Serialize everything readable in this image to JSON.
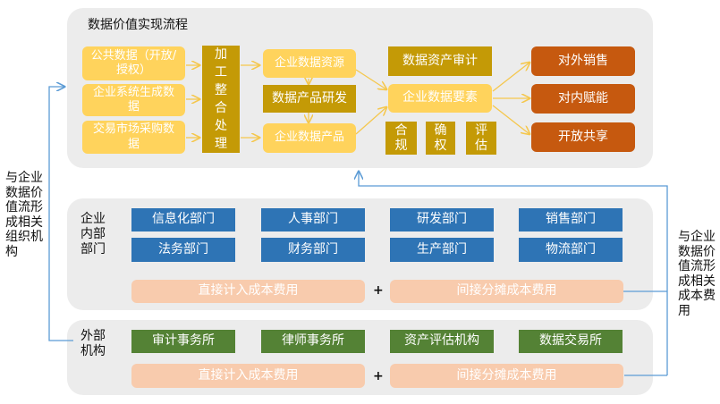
{
  "value_flow": {
    "title": "数据价值实现流程",
    "sources": [
      "公共数据（开放/授权）",
      "企业系统生成数据",
      "交易市场采购数据"
    ],
    "processing": "加工整合处理",
    "resources": [
      "企业数据资源",
      "数据产品研发",
      "企业数据产品"
    ],
    "audit": "数据资产审计",
    "elements": "企业数据要素",
    "checks": [
      "合规",
      "确权",
      "评估"
    ],
    "outcomes": [
      "对外销售",
      "对内赋能",
      "开放共享"
    ]
  },
  "internal": {
    "label": "企业内部部门",
    "departments": [
      "信息化部门",
      "人事部门",
      "研发部门",
      "销售部门",
      "法务部门",
      "财务部门",
      "生产部门",
      "物流部门"
    ],
    "direct_cost": "直接计入成本费用",
    "plus": "+",
    "indirect_cost": "间接分摊成本费用"
  },
  "external": {
    "label": "外部机构",
    "institutions": [
      "审计事务所",
      "律师事务所",
      "资产评估机构",
      "数据交易所"
    ],
    "direct_cost": "直接计入成本费用",
    "plus": "+",
    "indirect_cost": "间接分摊成本费用"
  },
  "side_notes": {
    "left": "与企业数据价值流形成相关组织机构",
    "right": "与企业数据价值流形成相关成本费用"
  },
  "colors": {
    "light_yellow": "#ffd35c",
    "gold": "#c49a06",
    "orange": "#c6590f",
    "blue": "#2e74b5",
    "green": "#548235",
    "peach": "#f8cbad",
    "panel": "#ececec",
    "connector": "#5b9bd5"
  }
}
